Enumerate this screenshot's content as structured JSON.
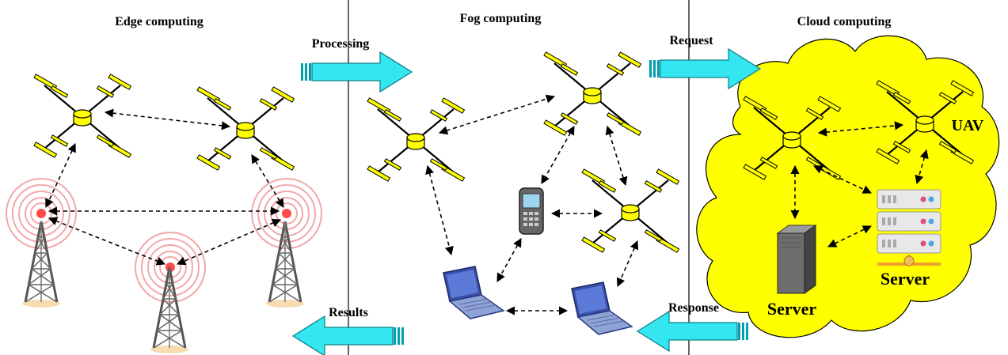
{
  "sections": {
    "edge_title": "Edge computing",
    "fog_title": "Fog computing",
    "cloud_title": "Cloud computing"
  },
  "flow_labels": {
    "processing": "Processing",
    "request": "Request",
    "results": "Results",
    "response": "Response"
  },
  "cloud_labels": {
    "uav": "UAV",
    "server_rack": "Server",
    "server_tower": "Server"
  },
  "colors": {
    "flow_arrow": "#33e6f0",
    "cloud_fill": "#ffff00",
    "drone_body": "#ffff00",
    "signal_rings": "#f2a0a0",
    "signal_core": "#ff4040",
    "tower": "#555555"
  }
}
